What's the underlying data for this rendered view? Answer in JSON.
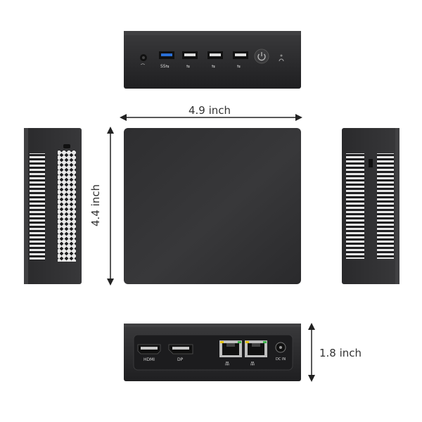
{
  "dimensions": {
    "width": "4.9 inch",
    "depth": "4.4 inch",
    "height": "1.8 inch"
  },
  "front_panel": {
    "usb_labels": [
      "SS⇆",
      "⇆",
      "⇆",
      "⇆"
    ],
    "power_icon": "power-icon",
    "headphone_icon": "headphone-jack-icon"
  },
  "rear_panel": {
    "hdmi_label": "HDMI",
    "dp_label": "DP",
    "lan_icon": "ethernet-icon",
    "dc_label": "DC IN"
  },
  "colors": {
    "body": "#2b2b2d",
    "usb3_blue": "#2a6fd6",
    "dimension_line": "#222222"
  }
}
